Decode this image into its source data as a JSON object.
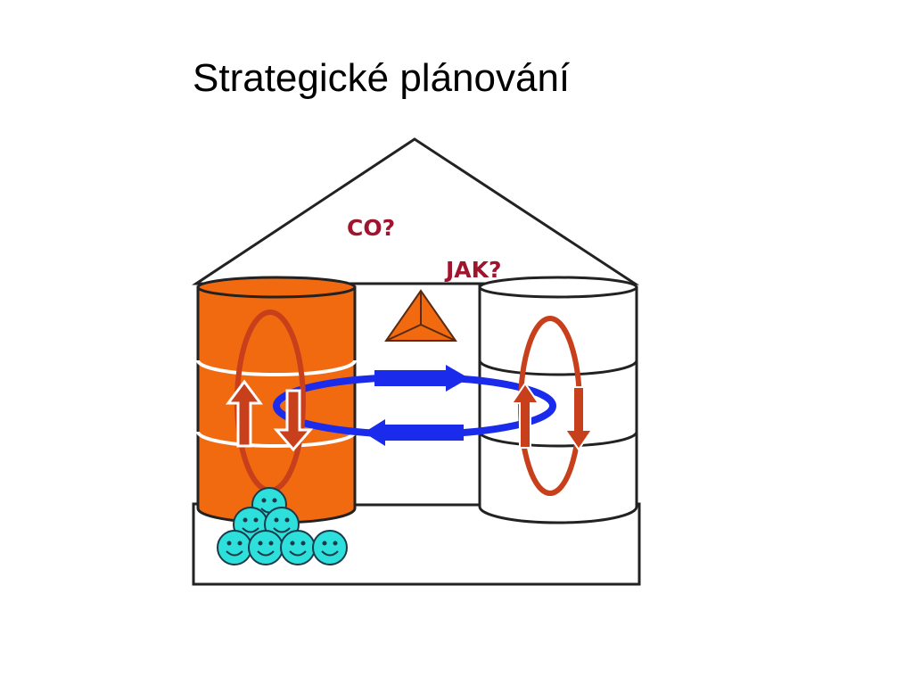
{
  "slide": {
    "title": "Strategické plánování"
  },
  "diagram": {
    "roof_question_what": "CO?",
    "roof_question_how": "JAK?"
  },
  "colors": {
    "orange_pillar": "#F26A10",
    "red_ring": "#C8401B",
    "label_red": "#A0152E",
    "blue_arrows": "#1A2BEB",
    "smiley_cyan": "#2EE0DC",
    "outline": "#222222"
  },
  "icons": {
    "roof_triangle": "pyramid-icon",
    "people": "smiley-face-icon"
  }
}
